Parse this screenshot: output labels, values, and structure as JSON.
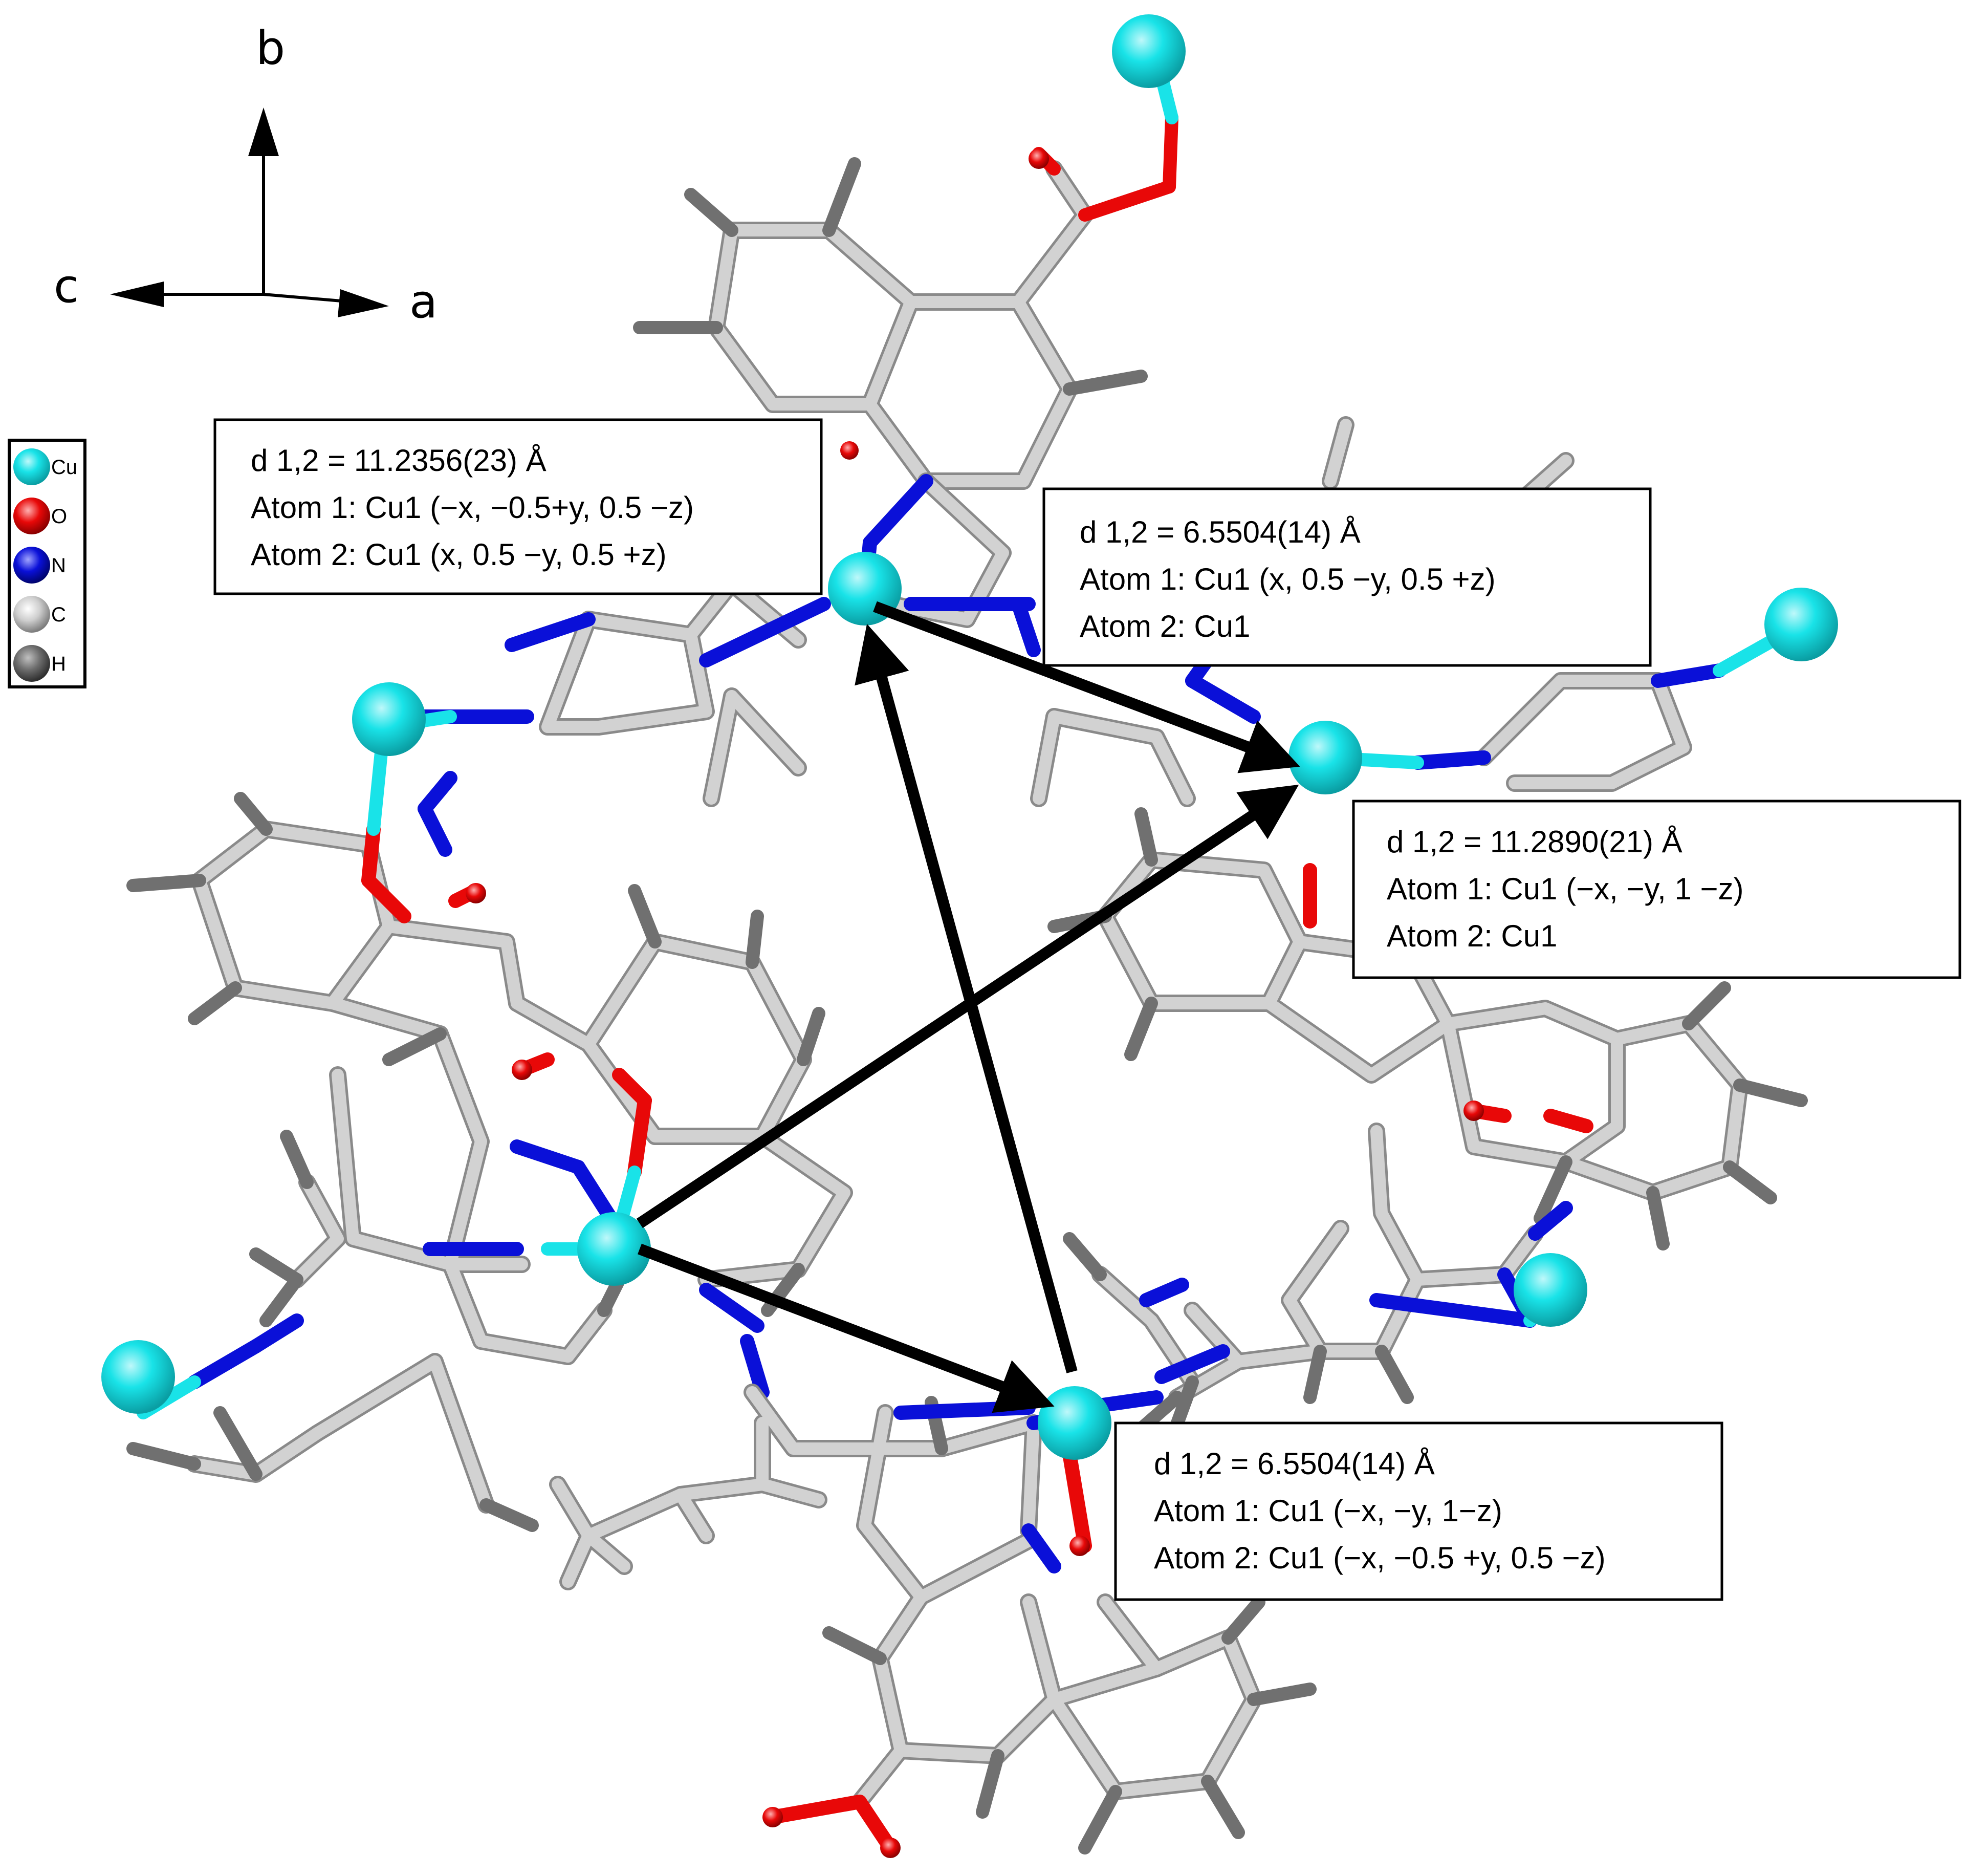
{
  "axes": {
    "b_label": "b",
    "c_label": "c",
    "a_label": "a"
  },
  "legend": {
    "items": [
      {
        "label": "Cu",
        "color": "#19e3e8"
      },
      {
        "label": "O",
        "color": "#e80808"
      },
      {
        "label": "N",
        "color": "#0a10d8"
      },
      {
        "label": "C",
        "color": "#c8c8c8"
      },
      {
        "label": "H",
        "color": "#6e6e6e"
      }
    ]
  },
  "measurements": [
    {
      "distance": "d 1,2 = 11.2356(23) Å",
      "atom1": "Atom 1: Cu1 (−x, −0.5+y, 0.5 −z)",
      "atom2": "Atom 2: Cu1 (x, 0.5 −y, 0.5 +z)"
    },
    {
      "distance": "d 1,2 = 6.5504(14) Å",
      "atom1": "Atom 1: Cu1 (x, 0.5 −y, 0.5 +z)",
      "atom2": "Atom 2: Cu1"
    },
    {
      "distance": "d 1,2 = 11.2890(21) Å",
      "atom1": "Atom 1: Cu1 (−x, −y, 1 −z)",
      "atom2": "Atom 2: Cu1"
    },
    {
      "distance": "d 1,2 = 6.5504(14) Å",
      "atom1": "Atom 1: Cu1 (−x, −y, 1−z)",
      "atom2": "Atom 2: Cu1 (−x, −0.5 +y, 0.5 −z)"
    }
  ],
  "colors": {
    "carbon": "#c8c8c8",
    "hydrogen": "#6e6e6e",
    "oxygen": "#e80808",
    "nitrogen": "#0a10d8",
    "copper": "#19e3e8",
    "arrow": "#000000"
  }
}
